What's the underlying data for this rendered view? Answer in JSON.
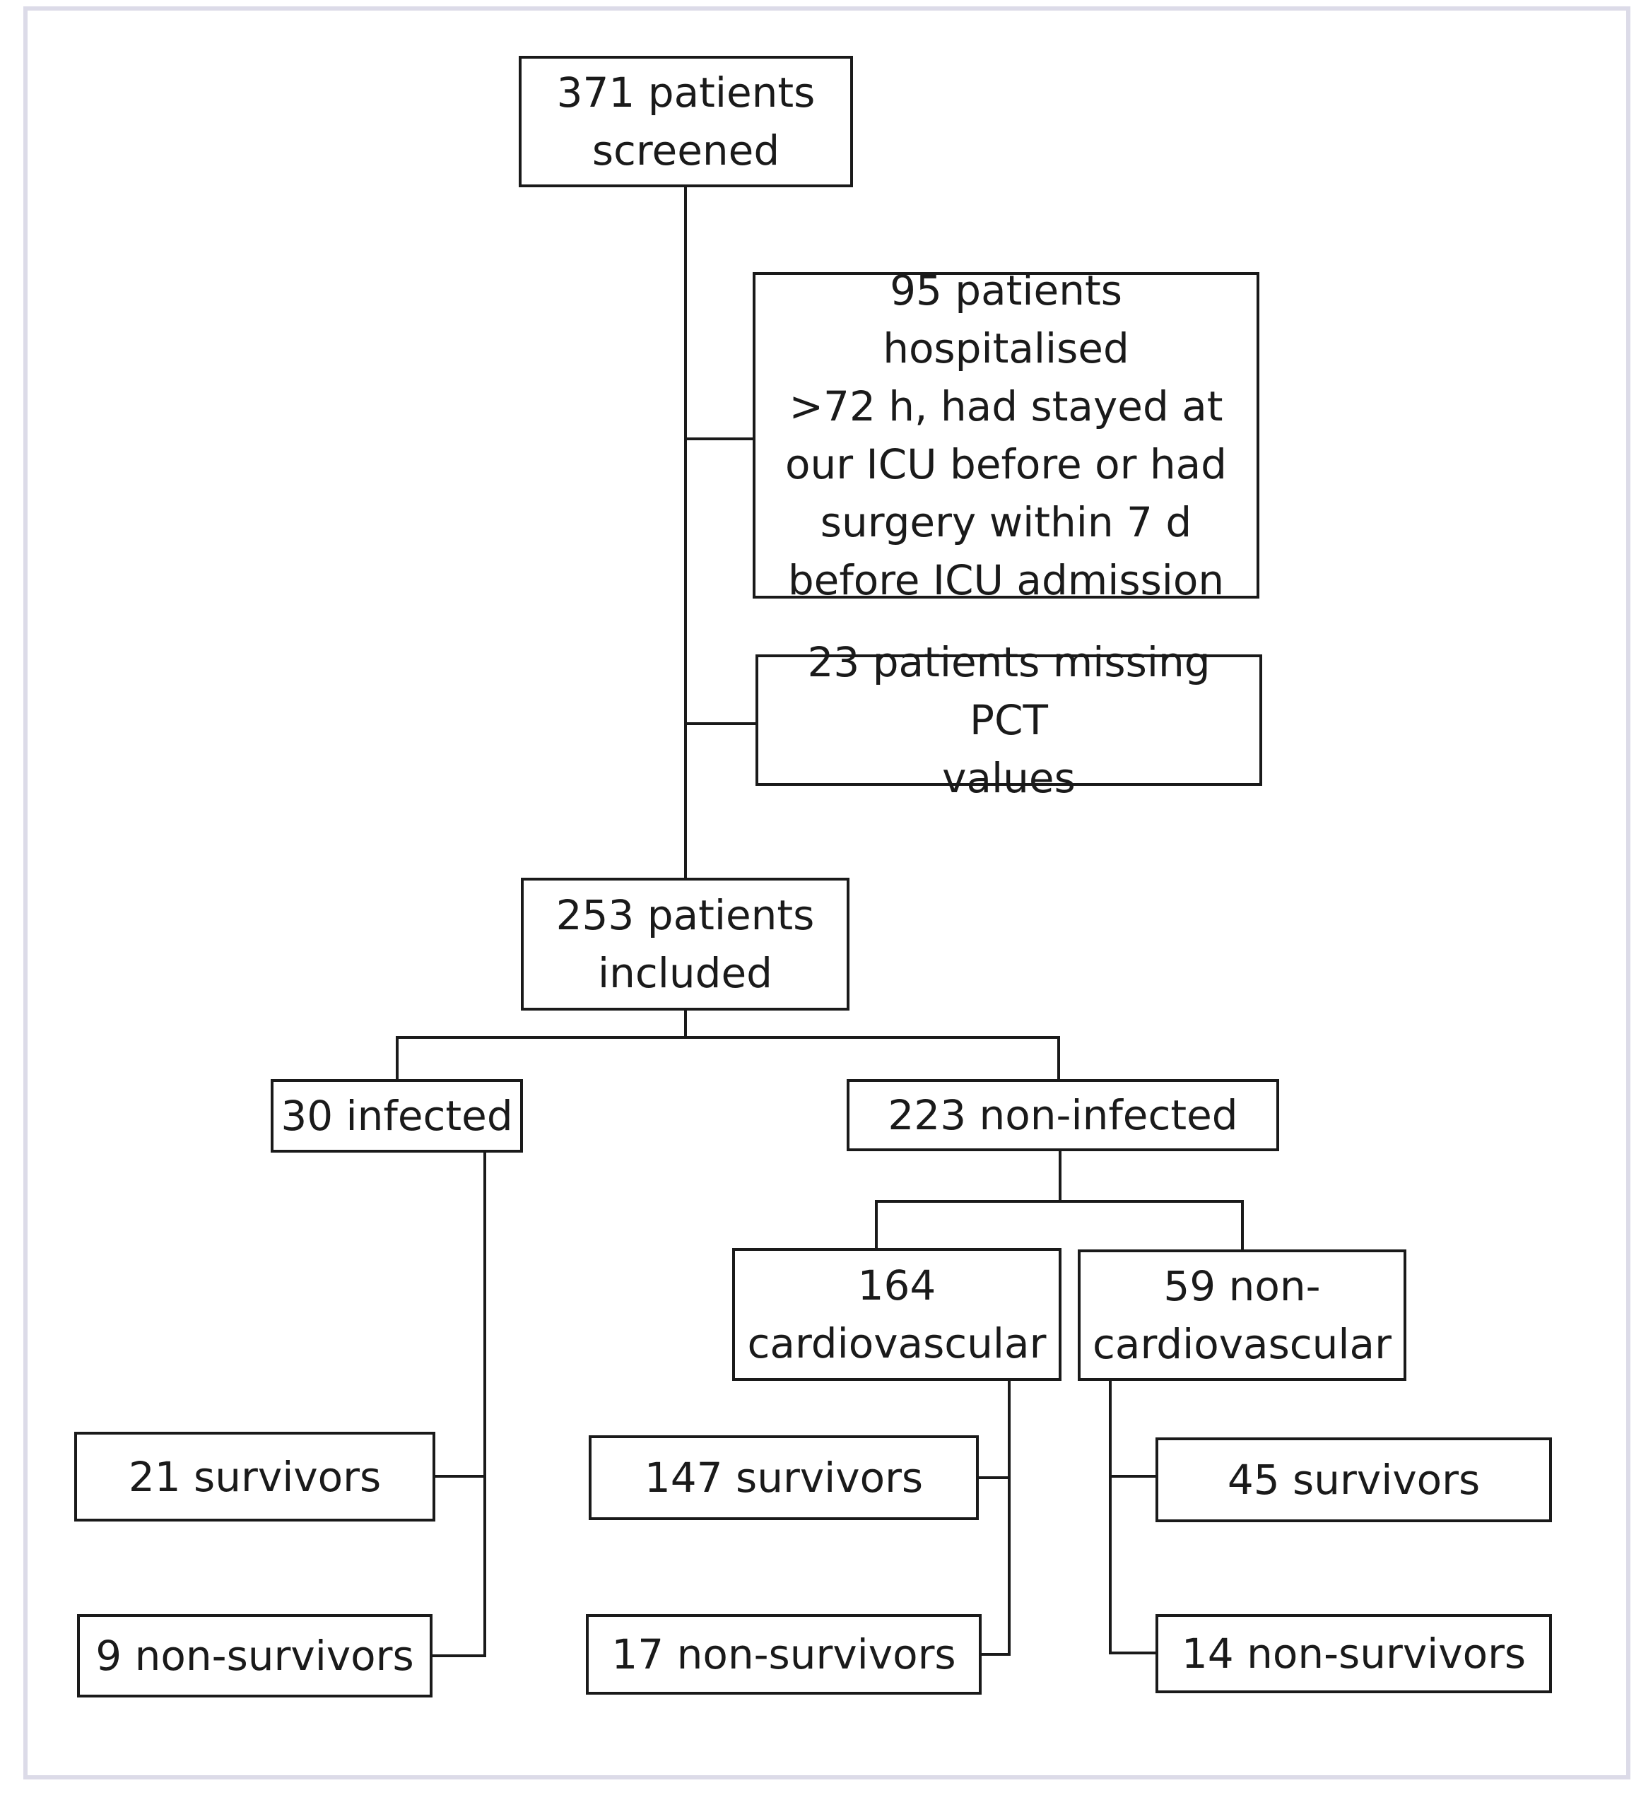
{
  "boxes": {
    "screened": "371 patients\nscreened",
    "excluded_hospital": "95 patients hospitalised\n>72 h, had stayed at\nour ICU before or had\nsurgery within 7 d\nbefore ICU admission",
    "excluded_pct": "23 patients missing PCT\nvalues",
    "included": "253 patients\nincluded",
    "infected": "30 infected",
    "non_infected": "223 non-infected",
    "cardiovascular": "164\ncardiovascular",
    "non_cardiovascular": "59 non-\ncardiovascular",
    "infected_survivors": "21 survivors",
    "infected_non_survivors": "9 non-survivors",
    "cardio_survivors": "147 survivors",
    "cardio_non_survivors": "17 non-survivors",
    "noncardio_survivors": "45 survivors",
    "noncardio_non_survivors": "14 non-survivors"
  },
  "colors": {
    "line": "#1a1a1a",
    "frame": "#dcdbe8",
    "background": "#ffffff"
  }
}
